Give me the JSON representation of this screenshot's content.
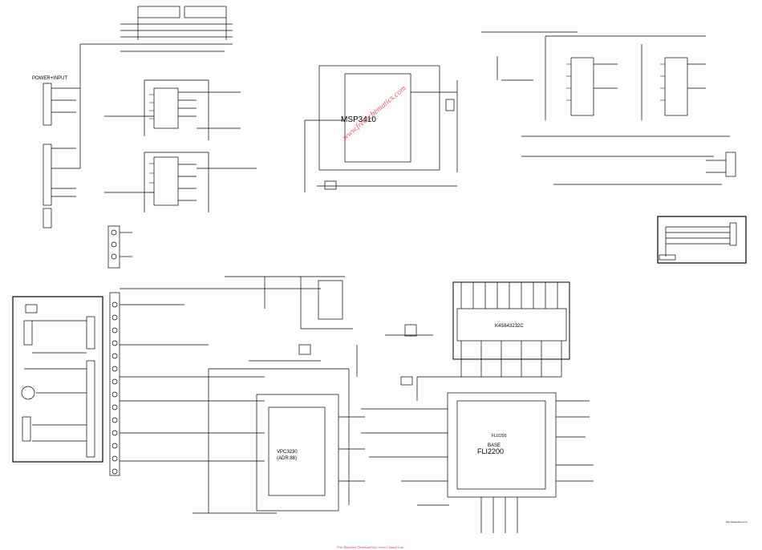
{
  "labels": {
    "power_input": "POWER+INPUT",
    "msp_chip": "MSP3410",
    "vpc_chip_line1": "VPC3230",
    "vpc_chip_line2": "(ADR:88)",
    "fli_chip_small": "FLI2200",
    "fli_chip_base": "BASE",
    "fli_chip_large": "FLI2200",
    "sdram_chip": "K4S643232C"
  },
  "watermark": "www.freeschematics.com",
  "footer": "Free Datasheet Download http://www.Chinaaf.Com",
  "corner_note": "http://www.free.com"
}
